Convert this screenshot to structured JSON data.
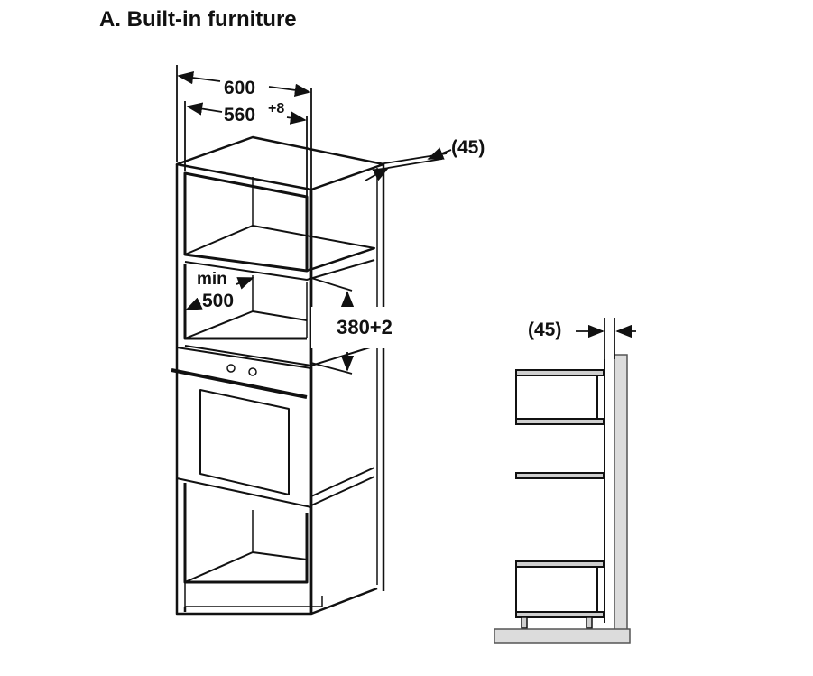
{
  "title": "A. Built-in furniture",
  "dimensions": {
    "width_outer": "600",
    "width_inner": "560",
    "width_inner_tolerance": "+8",
    "gap_rear": "(45)",
    "depth_min_line1": "min",
    "depth_min_line2": "500",
    "height_niche": "380+2",
    "gap_side": "(45)"
  },
  "colors": {
    "line": "#111111",
    "wall": "#dcdcdc",
    "shelf": "#cfcfcf"
  }
}
